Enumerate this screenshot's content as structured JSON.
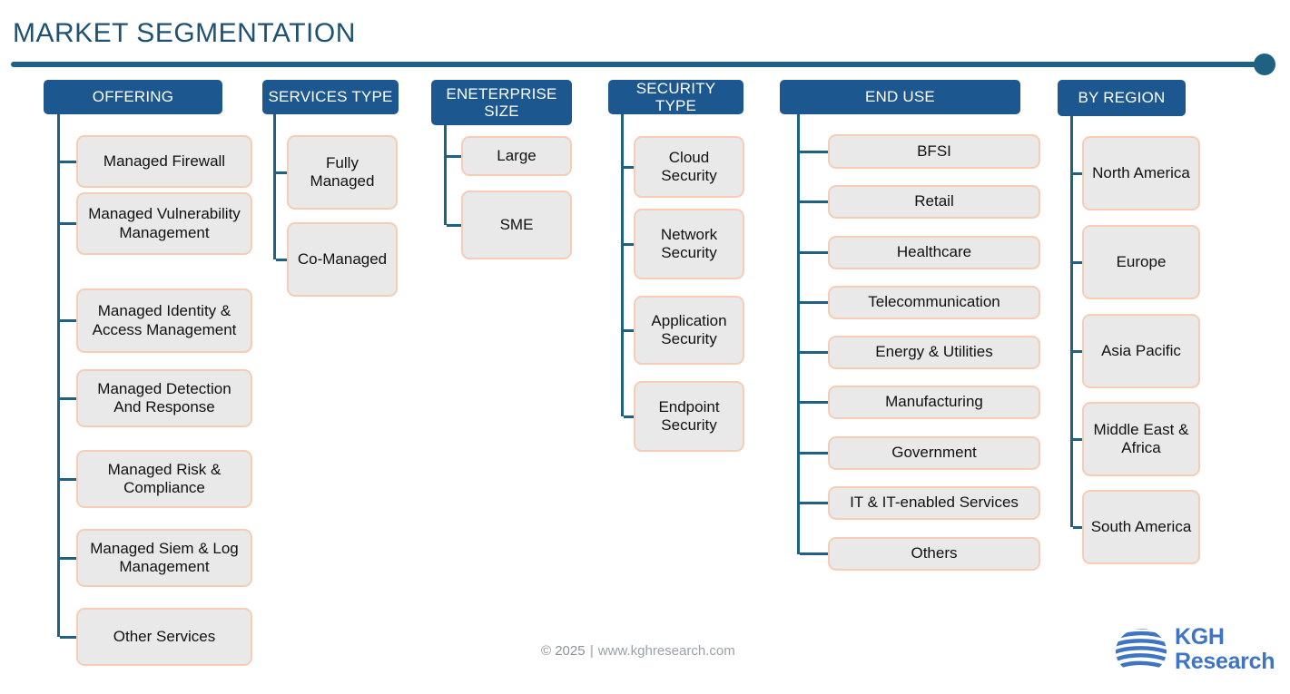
{
  "page": {
    "title": "MARKET SEGMENTATION",
    "accent_color": "#1f6183",
    "header_box_color": "#1c578f",
    "leaf_fill_color": "#e9e9e9",
    "leaf_border_color": "#f6cdb4",
    "title_color": "#1f5272",
    "background": "#ffffff"
  },
  "columns": [
    {
      "header": "OFFERING",
      "items": [
        "Managed Firewall",
        "Managed Vulnerability Management",
        "Managed Identity & Access Management",
        "Managed Detection And Response",
        "Managed Risk & Compliance",
        "Managed Siem & Log Management",
        "Other Services"
      ]
    },
    {
      "header": "SERVICES TYPE",
      "items": [
        "Fully Managed",
        "Co-Managed"
      ]
    },
    {
      "header": "ENETERPRISE SIZE",
      "items": [
        "Large",
        "SME"
      ]
    },
    {
      "header": "SECURITY TYPE",
      "items": [
        "Cloud Security",
        "Network Security",
        "Application Security",
        "Endpoint Security"
      ]
    },
    {
      "header": "END USE",
      "items": [
        "BFSI",
        "Retail",
        "Healthcare",
        "Telecommunication",
        "Energy & Utilities",
        "Manufacturing",
        "Government",
        "IT & IT-enabled Services",
        "Others"
      ]
    },
    {
      "header": "BY  REGION",
      "items": [
        "North America",
        "Europe",
        "Asia Pacific",
        "Middle East & Africa",
        "South America"
      ]
    }
  ],
  "footer": {
    "copyright": "© 2025",
    "separator": "|",
    "url": "www.kghresearch.com"
  },
  "logo": {
    "line1": "KGH",
    "line2": "Research",
    "color": "#3f74c4"
  }
}
